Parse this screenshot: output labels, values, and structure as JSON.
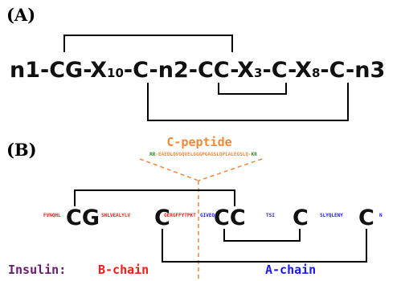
{
  "panel_a": {
    "label": "(A)",
    "formula": {
      "n1": "n1",
      "cg": "-CG-X",
      "x10": "10",
      "c_n2_cc": "-C-n2-CC-X",
      "x3": "3",
      "c_x": "-C-X",
      "x8": "8",
      "c_n3": "-C-n3"
    }
  },
  "panel_b": {
    "label": "(B)",
    "c_peptide": {
      "title": "C-peptide",
      "kr_left": "RR",
      "sequence": "-EAEDLQVGQVELGGGPGAGSLQPLALEGSLQ-",
      "kr_right": "KR",
      "title_color": "#f0883a",
      "seq_color": "#f0883a",
      "kr_color": "#2e8b2e"
    },
    "b_chain_seq": {
      "s1": "FVNQHL",
      "s2": "SHLVEALYLV",
      "s3": "GERGFFYTPKT"
    },
    "a_chain_seq": {
      "s1": "GIVEQ",
      "s2": "TSI",
      "s3": "SLYQLENY",
      "s4": "N"
    },
    "cysteines": {
      "cg": "CG",
      "c1": "C",
      "cc": "CC",
      "c2": "C",
      "c3": "C"
    },
    "legend": {
      "insulin": "Insulin:",
      "b_chain": "B-chain",
      "a_chain": "A-chain"
    },
    "colors": {
      "b_chain": "#ff1a1a",
      "a_chain": "#1a1aff",
      "insulin": "#6a1a6a",
      "dash": "#f0883a"
    }
  }
}
